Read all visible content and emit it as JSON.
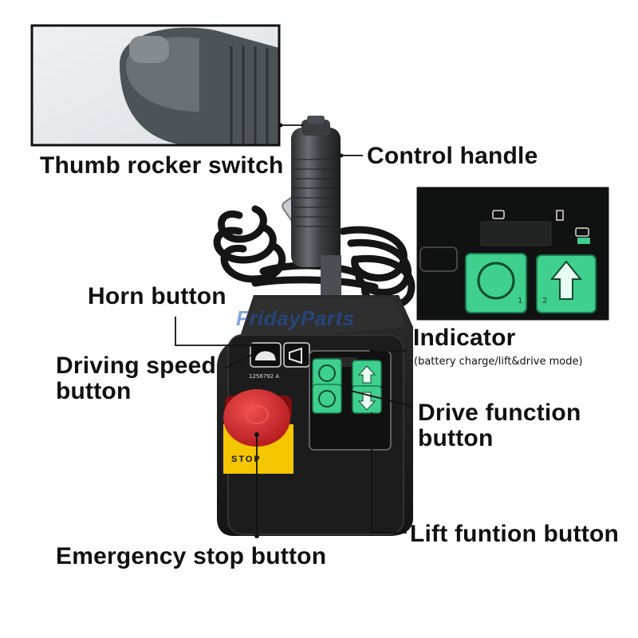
{
  "labels": {
    "thumb_rocker": "Thumb rocker switch",
    "control_handle": "Control handle",
    "horn": "Horn button",
    "driving_speed_line1": "Driving speed",
    "driving_speed_line2": "button",
    "indicator": "Indicator",
    "indicator_note": "(battery charge/lift&drive mode)",
    "drive_function_line1": "Drive function",
    "drive_function_line2": "button",
    "lift_function": "Lift funtion button",
    "emergency_stop": "Emergency stop button"
  },
  "device": {
    "stop_text": "STOP",
    "part_number": "1256792 A",
    "button_numbers": [
      "1",
      "2"
    ],
    "mode_markers": [
      "1",
      "2"
    ]
  },
  "watermark": "FridayParts",
  "colors": {
    "button_green": "#3fcf8e",
    "estop_red": "#d8262b",
    "stop_yellow": "#f4c600",
    "housing": "#1a1a1a"
  }
}
